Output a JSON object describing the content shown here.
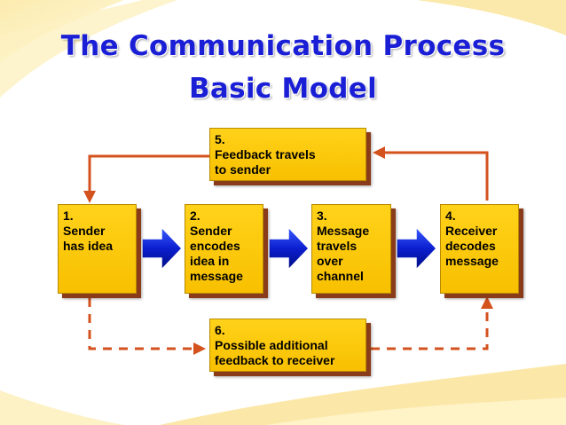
{
  "title": {
    "line1": "The Communication Process",
    "line2": "Basic Model"
  },
  "steps": [
    {
      "id": "1",
      "lines": [
        "1.",
        "Sender",
        "has idea"
      ]
    },
    {
      "id": "2",
      "lines": [
        "2.",
        "Sender",
        "encodes",
        "idea in",
        "message"
      ]
    },
    {
      "id": "3",
      "lines": [
        "3.",
        "Message",
        "travels",
        "over",
        "channel"
      ]
    },
    {
      "id": "4",
      "lines": [
        "4.",
        "Receiver",
        "decodes",
        "message"
      ]
    },
    {
      "id": "5",
      "lines": [
        "5.",
        "Feedback travels",
        "to sender"
      ]
    },
    {
      "id": "6",
      "lines": [
        "6.",
        "Possible additional",
        "feedback to receiver"
      ]
    }
  ],
  "colors": {
    "title": "#1a1fd6",
    "box_fill": "#fcc800",
    "box_shadow": "#8a3b1a",
    "connector": "#d4521e",
    "flow_arrow": "#1a1fd6",
    "wave": "#f6e7a0"
  }
}
